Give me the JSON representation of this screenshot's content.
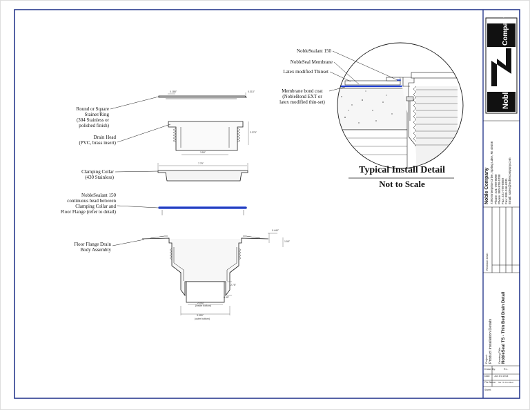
{
  "callouts": {
    "stainer_ring": "Round or Square\nStainer/Ring\n(304 Stainless or\npolished finish)",
    "drain_head": "Drain Head\n(PVC, brass insert)",
    "clamping_collar": "Clamping Collar\n(430 Stainless)",
    "sealant_bead": "NobleSealant 150\ncontinuous bead between\nClamping Collar and\nFloor Flange (refer to detail)",
    "floor_flange": "Floor Flange Drain\nBody Assembly"
  },
  "detail_callouts": {
    "sealant": "NobleSealant 150",
    "membrane": "NobleSeal Membrane",
    "thinset": "Latex modified Thinset",
    "bond_coat": "Membrane bond coat\n(NobleBond EXT or\nlatex modified thin-set)"
  },
  "detail_title": "Typical Install Detail",
  "detail_subtitle": "Not to Scale",
  "dimensions": {
    "ring_thickness": "0.188\"",
    "ring_edge": "0.313\"",
    "head_height": "2.375\"",
    "head_width": "3.50\"",
    "collar_width": "7.75\"",
    "flange_lip": "0.440\"",
    "flange_height": "1.50\"",
    "outlet_inside": "2.000\"",
    "outlet_inside_note": "(inside bottom)",
    "outlet_outside": "3.000\"",
    "outlet_outside_note": "(outer bottom)",
    "outlet_depth": "2.75\"",
    "outlet_gap": "0.50\""
  },
  "title_block": {
    "logo_word1": "Noble",
    "logo_word2": "Company",
    "company_name": "Noble Company",
    "address": "7300 Enterprise Drive, Spring Lake, MI 49456",
    "phone": "Phone: 231-799-8000",
    "phone2": "Phone: 800-878-5788",
    "fax": "Fax: 231-799-8850",
    "fax2": "Fax: 800-346-6531",
    "email": "Email: sales@noblecompany.com",
    "revision_label": "Revision Date:",
    "project_label": "Project:",
    "project": "Product Installation Details",
    "drawing_label": "Drawing Title:",
    "drawing_title": "NobleSeal TS - Thin Bed Drain Detail",
    "drawn_by_label": "Drawn By:",
    "drawn_by": "R.L.",
    "date_label": "Date:",
    "date": "Jan 3rd 2014",
    "file_label": "File Name:",
    "file_name": "NS TS Thin Bed",
    "sheet_label": "Sheet:",
    "sheet": ""
  },
  "colors": {
    "line": "#1a1a1a",
    "border": "#2b3c8f",
    "membrane": "#1f3fd6",
    "sealant_bead": "#2a49e0",
    "logo": "#111111"
  },
  "icons": {
    "logo": "noble-n-logo"
  }
}
